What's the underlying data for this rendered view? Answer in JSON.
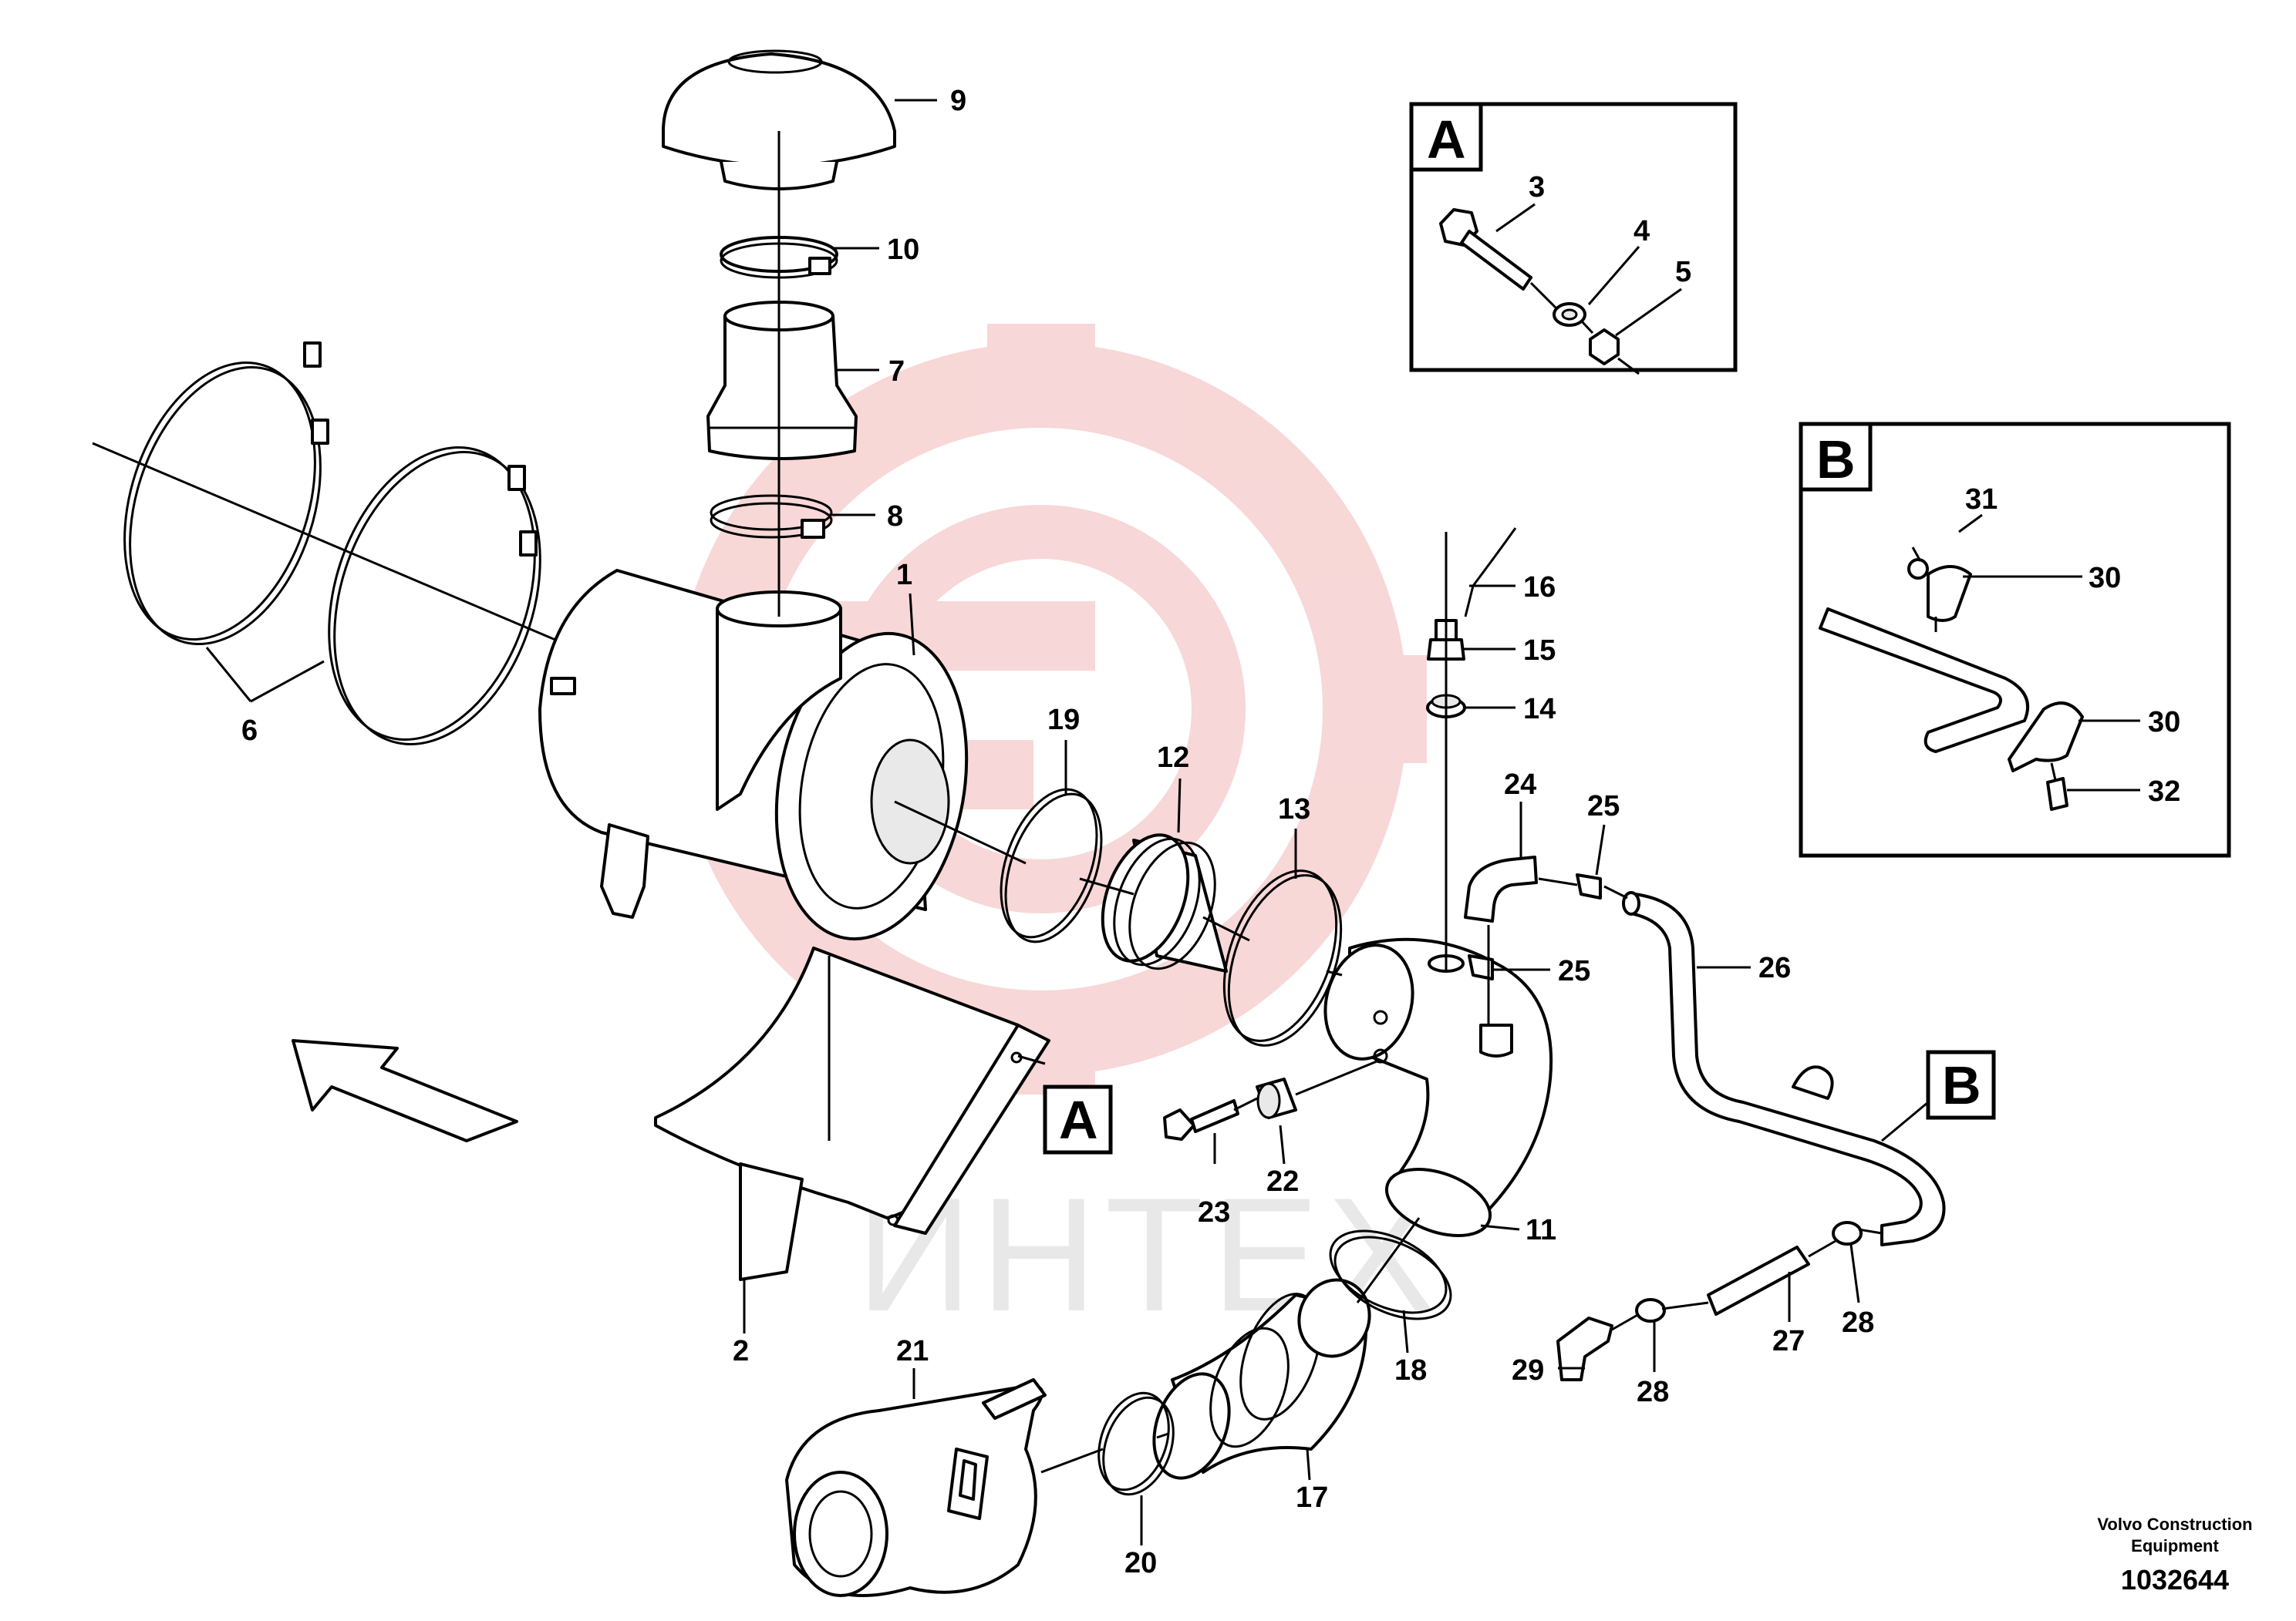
{
  "callouts": {
    "n1": "1",
    "n2": "2",
    "n3": "3",
    "n4": "4",
    "n5": "5",
    "n6": "6",
    "n7": "7",
    "n8": "8",
    "n9": "9",
    "n10": "10",
    "n11": "11",
    "n12": "12",
    "n13": "13",
    "n14": "14",
    "n15": "15",
    "n16": "16",
    "n17": "17",
    "n18": "18",
    "n19": "19",
    "n20": "20",
    "n21": "21",
    "n22": "22",
    "n23": "23",
    "n24": "24",
    "n25a": "25",
    "n25b": "25",
    "n26": "26",
    "n27": "27",
    "n28a": "28",
    "n28b": "28",
    "n29": "29",
    "n30a": "30",
    "n30b": "30",
    "n31": "31",
    "n32": "32"
  },
  "detail_refs": {
    "a_inset": "A",
    "a_main": "A",
    "b_inset": "B",
    "b_main": "B"
  },
  "footer": {
    "maker_line1": "Volvo Construction",
    "maker_line2": "Equipment",
    "drawing_number": "1032644"
  },
  "watermark": {
    "text": "ИНТЕХ",
    "color": "#f4c2c2",
    "logo_color": "#f7d3d3"
  }
}
